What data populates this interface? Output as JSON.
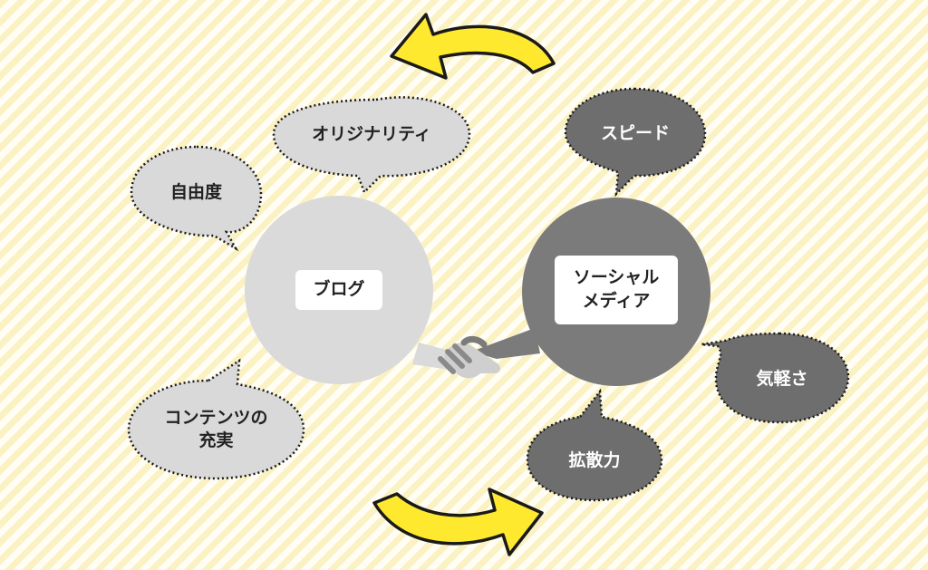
{
  "diagram": {
    "left_entity": {
      "label": "ブログ"
    },
    "right_entity": {
      "line1": "ソーシャル",
      "line2": "メディア"
    },
    "left_bubbles": {
      "originality": "オリジナリティ",
      "freedom": "自由度",
      "content_line1": "コンテンツの",
      "content_line2": "充実"
    },
    "right_bubbles": {
      "speed": "スピード",
      "casualness": "気軽さ",
      "reach": "拡散力"
    },
    "colors": {
      "left_circle": "#dadada",
      "right_circle": "#7b7b7b",
      "light_bubble": "#d9d9d9",
      "dark_bubble": "#6e6e6e",
      "arrow": "#ffe92e",
      "stripe": "#fbf2c3"
    }
  }
}
